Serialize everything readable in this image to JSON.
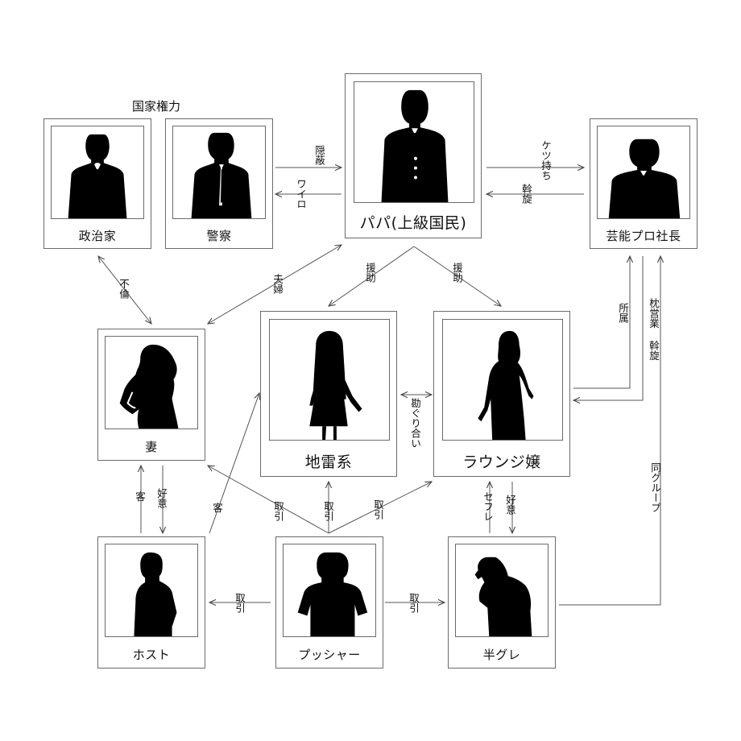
{
  "group_title": "国家権力",
  "nodes": {
    "politician": "政治家",
    "police": "警察",
    "papa": "パパ(上級国民)",
    "president": "芸能プロ社長",
    "wife": "妻",
    "jirai": "地雷系",
    "lounge": "ラウンジ嬢",
    "host": "ホスト",
    "pusher": "プッシャー",
    "hangure": "半グレ"
  },
  "edges": {
    "hush": "隠蔽",
    "bribe": "ワイロ",
    "ketsu": "ケツ持ち",
    "assen1": "斡旋",
    "affair": "不倫",
    "couple": "夫婦",
    "enjo1": "援助",
    "enjo2": "援助",
    "shozoku": "所属",
    "makura": "枕営業 斡旋",
    "kanguri": "勘ぐり合い",
    "doug": "同グループ",
    "kyaku1": "客",
    "koui1": "好意",
    "kyaku2": "客",
    "tori1": "取引",
    "tori2": "取引",
    "tori3": "取引",
    "sefure": "セフレ",
    "koui2": "好意",
    "tori4": "取引",
    "tori5": "取引"
  }
}
